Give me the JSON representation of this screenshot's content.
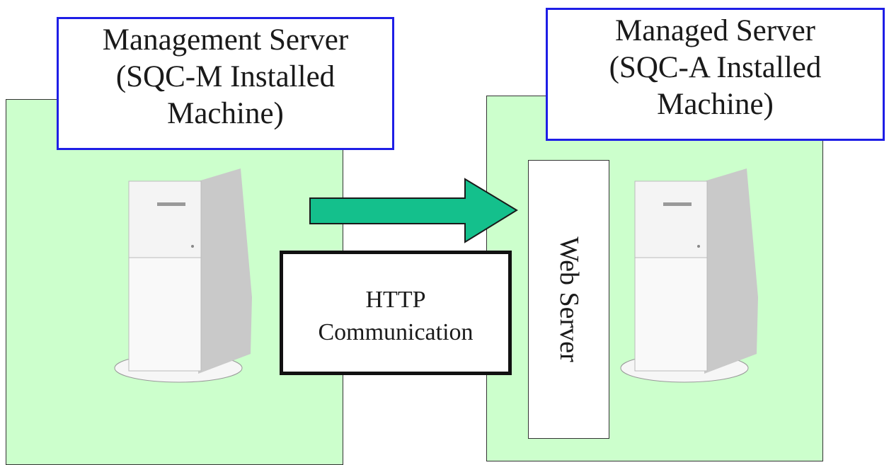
{
  "management": {
    "title_line1": "Management Server",
    "title_line2": "(SQC-M Installed",
    "title_line3": "Machine)"
  },
  "managed": {
    "title_line1": "Managed Server",
    "title_line2": "(SQC-A Installed",
    "title_line3": "Machine)",
    "web_server_label": "Web Server"
  },
  "communication": {
    "line1": "HTTP",
    "line2": "Communication"
  },
  "colors": {
    "zone_fill": "#ccffcc",
    "title_border": "#1e1ee6",
    "arrow_fill": "#14c08c"
  }
}
